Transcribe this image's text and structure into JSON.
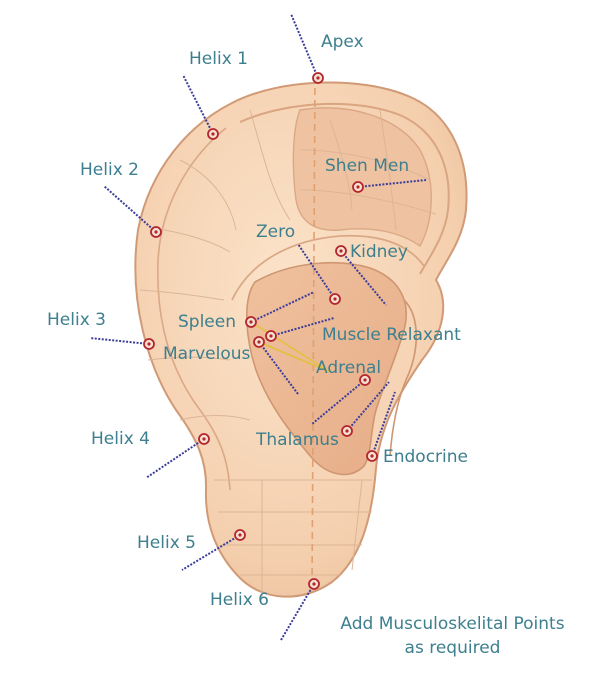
{
  "colors": {
    "label": "#3d7f8e",
    "skin": "#f7d7b8",
    "skin_shadow": "#e8b28f",
    "skin_edge": "#d19a76",
    "leader": "#3a3d9a",
    "point": "#b3262e",
    "cross_line": "#e0c23a",
    "midline": "#e0a070"
  },
  "points": [
    {
      "id": "apex",
      "label": "Apex"
    },
    {
      "id": "helix1",
      "label": "Helix 1"
    },
    {
      "id": "helix2",
      "label": "Helix 2"
    },
    {
      "id": "helix3",
      "label": "Helix 3"
    },
    {
      "id": "helix4",
      "label": "Helix 4"
    },
    {
      "id": "helix5",
      "label": "Helix 5"
    },
    {
      "id": "helix6",
      "label": "Helix 6"
    },
    {
      "id": "shenmen",
      "label": "Shen Men"
    },
    {
      "id": "zero",
      "label": "Zero"
    },
    {
      "id": "kidney",
      "label": "Kidney"
    },
    {
      "id": "spleen",
      "label": "Spleen"
    },
    {
      "id": "muscle",
      "label": "Muscle Relaxant"
    },
    {
      "id": "marvelous",
      "label": "Marvelous"
    },
    {
      "id": "adrenal",
      "label": "Adrenal"
    },
    {
      "id": "thalamus",
      "label": "Thalamus"
    },
    {
      "id": "endocrine",
      "label": "Endocrine"
    }
  ],
  "note": {
    "line1": "Add Musculoskelital Points",
    "line2": "as required"
  }
}
